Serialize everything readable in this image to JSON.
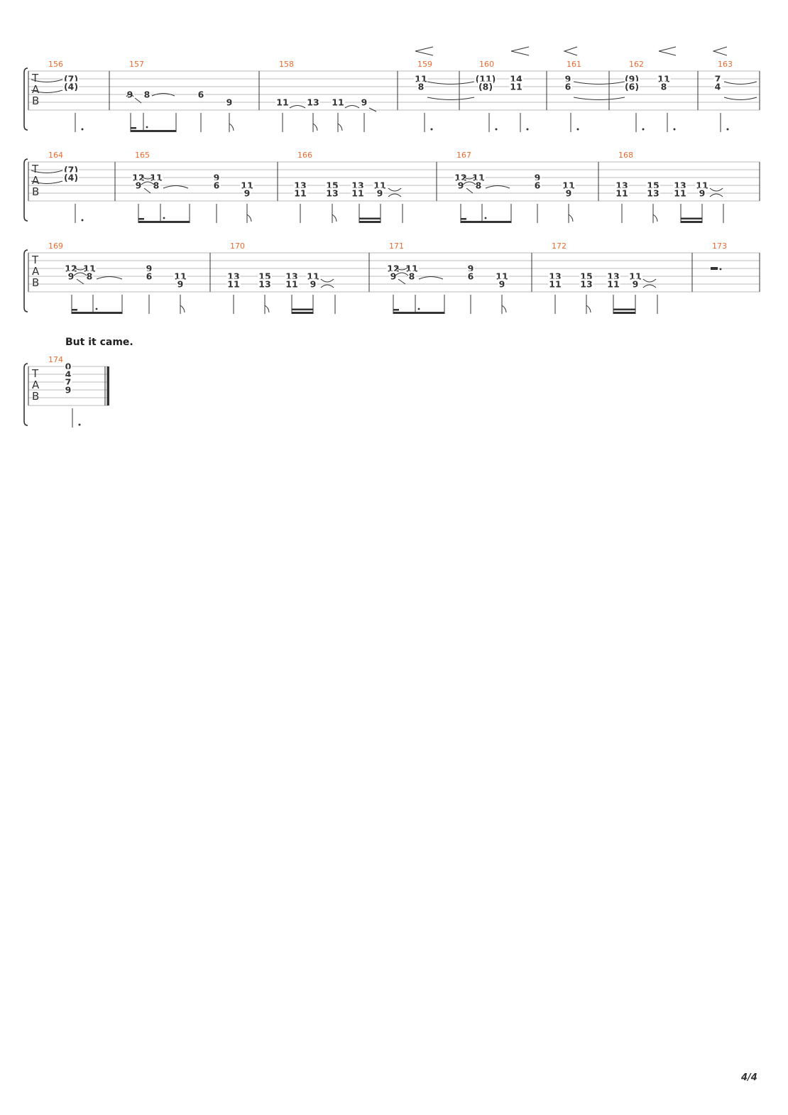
{
  "lyric": "But it came.",
  "page_number": "4/4",
  "tab_clef": [
    "T",
    "A",
    "B"
  ],
  "colors": {
    "measure_number": "#ee6a2c",
    "ink": "#333333",
    "staff_line": "#bbbbbb"
  },
  "systems": [
    {
      "measures": [
        {
          "number": "156",
          "notes": [
            {
              "fret": "(7)",
              "string": 2
            },
            {
              "fret": "(4)",
              "string": 3
            }
          ]
        },
        {
          "number": "157",
          "notes": [
            {
              "fret": "9",
              "string": 4
            },
            {
              "fret": "8",
              "string": 4
            },
            {
              "fret": "6",
              "string": 4
            },
            {
              "fret": "9",
              "string": 5
            }
          ]
        },
        {
          "number": "158",
          "notes": [
            {
              "fret": "11",
              "string": 5
            },
            {
              "fret": "13",
              "string": 5
            },
            {
              "fret": "11",
              "string": 5
            },
            {
              "fret": "9",
              "string": 5
            }
          ]
        },
        {
          "number": "159",
          "notes": [
            {
              "fret": "11",
              "string": 2
            },
            {
              "fret": "8",
              "string": 3
            }
          ]
        },
        {
          "number": "160",
          "notes": [
            {
              "fret": "(11)",
              "string": 2
            },
            {
              "fret": "(8)",
              "string": 3
            },
            {
              "fret": "14",
              "string": 2
            },
            {
              "fret": "11",
              "string": 3
            }
          ]
        },
        {
          "number": "161",
          "notes": [
            {
              "fret": "9",
              "string": 2
            },
            {
              "fret": "6",
              "string": 3
            }
          ]
        },
        {
          "number": "162",
          "notes": [
            {
              "fret": "(9)",
              "string": 2
            },
            {
              "fret": "(6)",
              "string": 3
            },
            {
              "fret": "11",
              "string": 2
            },
            {
              "fret": "8",
              "string": 3
            }
          ]
        },
        {
          "number": "163",
          "notes": [
            {
              "fret": "7",
              "string": 2
            },
            {
              "fret": "4",
              "string": 3
            }
          ]
        }
      ]
    },
    {
      "measures": [
        {
          "number": "164",
          "notes": [
            {
              "fret": "(7)",
              "string": 2
            },
            {
              "fret": "(4)",
              "string": 3
            }
          ]
        },
        {
          "number": "165",
          "notes": [
            {
              "fret": "12",
              "string": 3
            },
            {
              "fret": "11",
              "string": 3
            },
            {
              "fret": "9",
              "string": 4
            },
            {
              "fret": "8",
              "string": 4
            },
            {
              "fret": "9",
              "string": 3
            },
            {
              "fret": "6",
              "string": 4
            },
            {
              "fret": "11",
              "string": 4
            },
            {
              "fret": "9",
              "string": 5
            }
          ]
        },
        {
          "number": "166",
          "notes": [
            {
              "fret": "13",
              "string": 4
            },
            {
              "fret": "11",
              "string": 5
            },
            {
              "fret": "15",
              "string": 4
            },
            {
              "fret": "13",
              "string": 5
            },
            {
              "fret": "13",
              "string": 4
            },
            {
              "fret": "11",
              "string": 5
            },
            {
              "fret": "11",
              "string": 4
            },
            {
              "fret": "9",
              "string": 5
            }
          ]
        },
        {
          "number": "167",
          "notes": [
            {
              "fret": "12",
              "string": 3
            },
            {
              "fret": "11",
              "string": 3
            },
            {
              "fret": "9",
              "string": 4
            },
            {
              "fret": "8",
              "string": 4
            },
            {
              "fret": "9",
              "string": 3
            },
            {
              "fret": "6",
              "string": 4
            },
            {
              "fret": "11",
              "string": 4
            },
            {
              "fret": "9",
              "string": 5
            }
          ]
        },
        {
          "number": "168",
          "notes": [
            {
              "fret": "13",
              "string": 4
            },
            {
              "fret": "11",
              "string": 5
            },
            {
              "fret": "15",
              "string": 4
            },
            {
              "fret": "13",
              "string": 5
            },
            {
              "fret": "13",
              "string": 4
            },
            {
              "fret": "11",
              "string": 5
            },
            {
              "fret": "11",
              "string": 4
            },
            {
              "fret": "9",
              "string": 5
            }
          ]
        }
      ]
    },
    {
      "measures": [
        {
          "number": "169",
          "notes": [
            {
              "fret": "12",
              "string": 3
            },
            {
              "fret": "11",
              "string": 3
            },
            {
              "fret": "9",
              "string": 4
            },
            {
              "fret": "8",
              "string": 4
            },
            {
              "fret": "9",
              "string": 3
            },
            {
              "fret": "6",
              "string": 4
            },
            {
              "fret": "11",
              "string": 4
            },
            {
              "fret": "9",
              "string": 5
            }
          ]
        },
        {
          "number": "170",
          "notes": [
            {
              "fret": "13",
              "string": 4
            },
            {
              "fret": "11",
              "string": 5
            },
            {
              "fret": "15",
              "string": 4
            },
            {
              "fret": "13",
              "string": 5
            },
            {
              "fret": "13",
              "string": 4
            },
            {
              "fret": "11",
              "string": 5
            },
            {
              "fret": "11",
              "string": 4
            },
            {
              "fret": "9",
              "string": 5
            }
          ]
        },
        {
          "number": "171",
          "notes": [
            {
              "fret": "12",
              "string": 3
            },
            {
              "fret": "11",
              "string": 3
            },
            {
              "fret": "9",
              "string": 4
            },
            {
              "fret": "8",
              "string": 4
            },
            {
              "fret": "9",
              "string": 3
            },
            {
              "fret": "6",
              "string": 4
            },
            {
              "fret": "11",
              "string": 4
            },
            {
              "fret": "9",
              "string": 5
            }
          ]
        },
        {
          "number": "172",
          "notes": [
            {
              "fret": "13",
              "string": 4
            },
            {
              "fret": "11",
              "string": 5
            },
            {
              "fret": "15",
              "string": 4
            },
            {
              "fret": "13",
              "string": 5
            },
            {
              "fret": "13",
              "string": 4
            },
            {
              "fret": "11",
              "string": 5
            },
            {
              "fret": "11",
              "string": 4
            },
            {
              "fret": "9",
              "string": 5
            }
          ]
        },
        {
          "number": "173",
          "rest": true,
          "notes": []
        }
      ]
    },
    {
      "measures": [
        {
          "number": "174",
          "notes": [
            {
              "fret": "0",
              "string": 1
            },
            {
              "fret": "4",
              "string": 2
            },
            {
              "fret": "7",
              "string": 3
            },
            {
              "fret": "9",
              "string": 4
            }
          ]
        }
      ]
    }
  ]
}
